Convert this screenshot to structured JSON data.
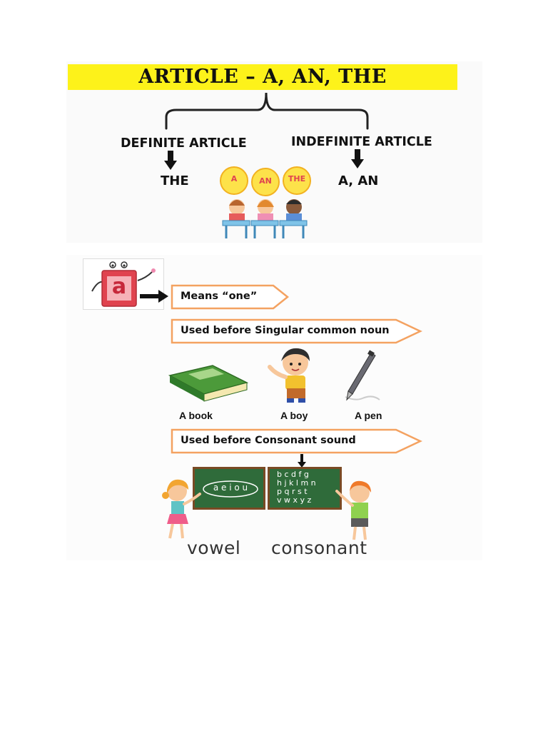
{
  "title": "ARTICLE – A, AN, THE",
  "definite": {
    "heading": "DEFINITE ARTICLE",
    "value": "THE"
  },
  "indefinite": {
    "heading": "INDEFINITE ARTICLE",
    "value": "A, AN"
  },
  "bubbles": [
    "A",
    "AN",
    "THE"
  ],
  "letter_card": "a",
  "rules": {
    "means_one": "Means “one”",
    "singular": "Used before Singular common noun",
    "consonant": "Used before Consonant sound"
  },
  "examples": [
    "A book",
    "A boy",
    "A pen"
  ],
  "boards": {
    "vowels": "a e i o u",
    "consonant_rows": [
      "b c d f g",
      "h j k l m n",
      "p q r s t",
      "v w x y z"
    ]
  },
  "bottom_labels": {
    "vowel": "vowel",
    "consonant": "consonant"
  },
  "colors": {
    "title_bg": "#fdf21a",
    "arrow_border": "#f4a261",
    "bubble_fill": "#fde24a",
    "board_green": "#2f6b3a",
    "card_red": "#e0434f"
  }
}
